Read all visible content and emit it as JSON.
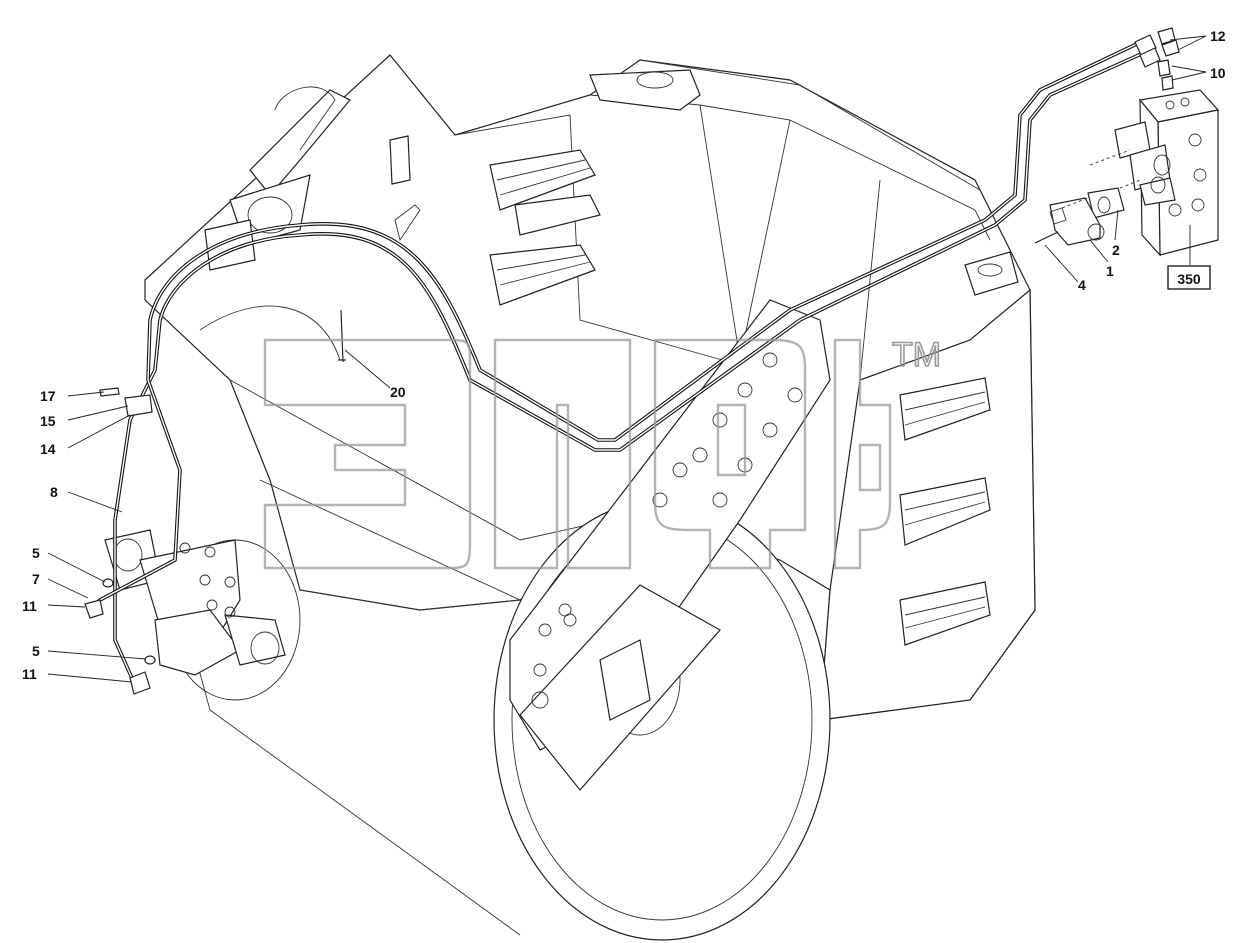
{
  "watermark": {
    "trademark": "TM"
  },
  "callouts": [
    {
      "id": "12",
      "label": "12"
    },
    {
      "id": "10",
      "label": "10"
    },
    {
      "id": "2",
      "label": "2"
    },
    {
      "id": "1",
      "label": "1"
    },
    {
      "id": "4",
      "label": "4"
    },
    {
      "id": "350",
      "label": "350",
      "boxed": true
    },
    {
      "id": "20",
      "label": "20"
    },
    {
      "id": "17",
      "label": "17"
    },
    {
      "id": "15",
      "label": "15"
    },
    {
      "id": "14",
      "label": "14"
    },
    {
      "id": "8",
      "label": "8"
    },
    {
      "id": "5a",
      "label": "5"
    },
    {
      "id": "7",
      "label": "7"
    },
    {
      "id": "11a",
      "label": "11"
    },
    {
      "id": "5b",
      "label": "5"
    },
    {
      "id": "11b",
      "label": "11"
    }
  ]
}
